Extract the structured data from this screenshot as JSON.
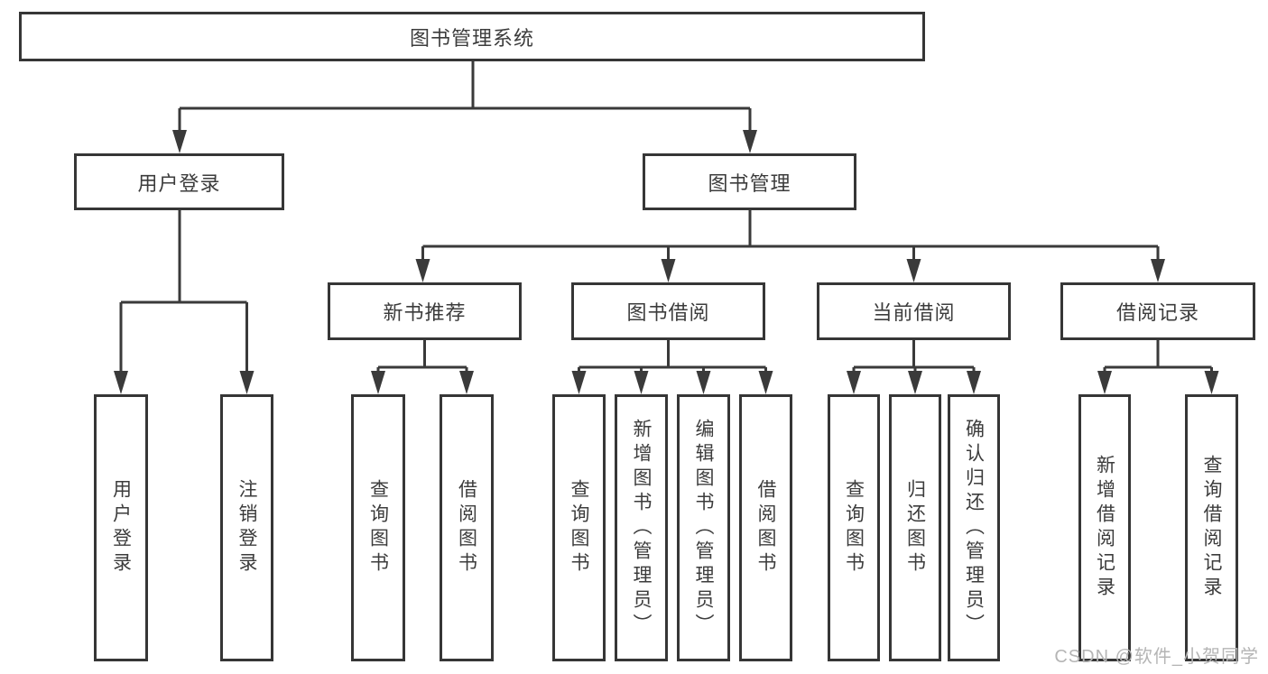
{
  "diagram": {
    "type": "hierarchy-tree",
    "tree": {
      "label": "图书管理系统",
      "children": [
        {
          "label": "用户登录",
          "children": [
            {
              "label": "用户登录"
            },
            {
              "label": "注销登录"
            }
          ]
        },
        {
          "label": "图书管理",
          "children": [
            {
              "label": "新书推荐",
              "children": [
                {
                  "label": "查询图书"
                },
                {
                  "label": "借阅图书"
                }
              ]
            },
            {
              "label": "图书借阅",
              "children": [
                {
                  "label": "查询图书"
                },
                {
                  "label": "新增图书（管理员）"
                },
                {
                  "label": "编辑图书（管理员）"
                },
                {
                  "label": "借阅图书"
                }
              ]
            },
            {
              "label": "当前借阅",
              "children": [
                {
                  "label": "查询图书"
                },
                {
                  "label": "归还图书"
                },
                {
                  "label": "确认归还（管理员）"
                }
              ]
            },
            {
              "label": "借阅记录",
              "children": [
                {
                  "label": "新增借阅记录"
                },
                {
                  "label": "查询借阅记录"
                }
              ]
            }
          ]
        }
      ]
    }
  },
  "watermark": {
    "text": "CSDN @软件_小贺同学"
  },
  "colors": {
    "line": "#3a3a3a",
    "box_border": "#363636",
    "box_fill": "#ffffff",
    "label_text": "#3c3c3c",
    "watermark": "#b5b5b5",
    "background": "#ffffff"
  }
}
